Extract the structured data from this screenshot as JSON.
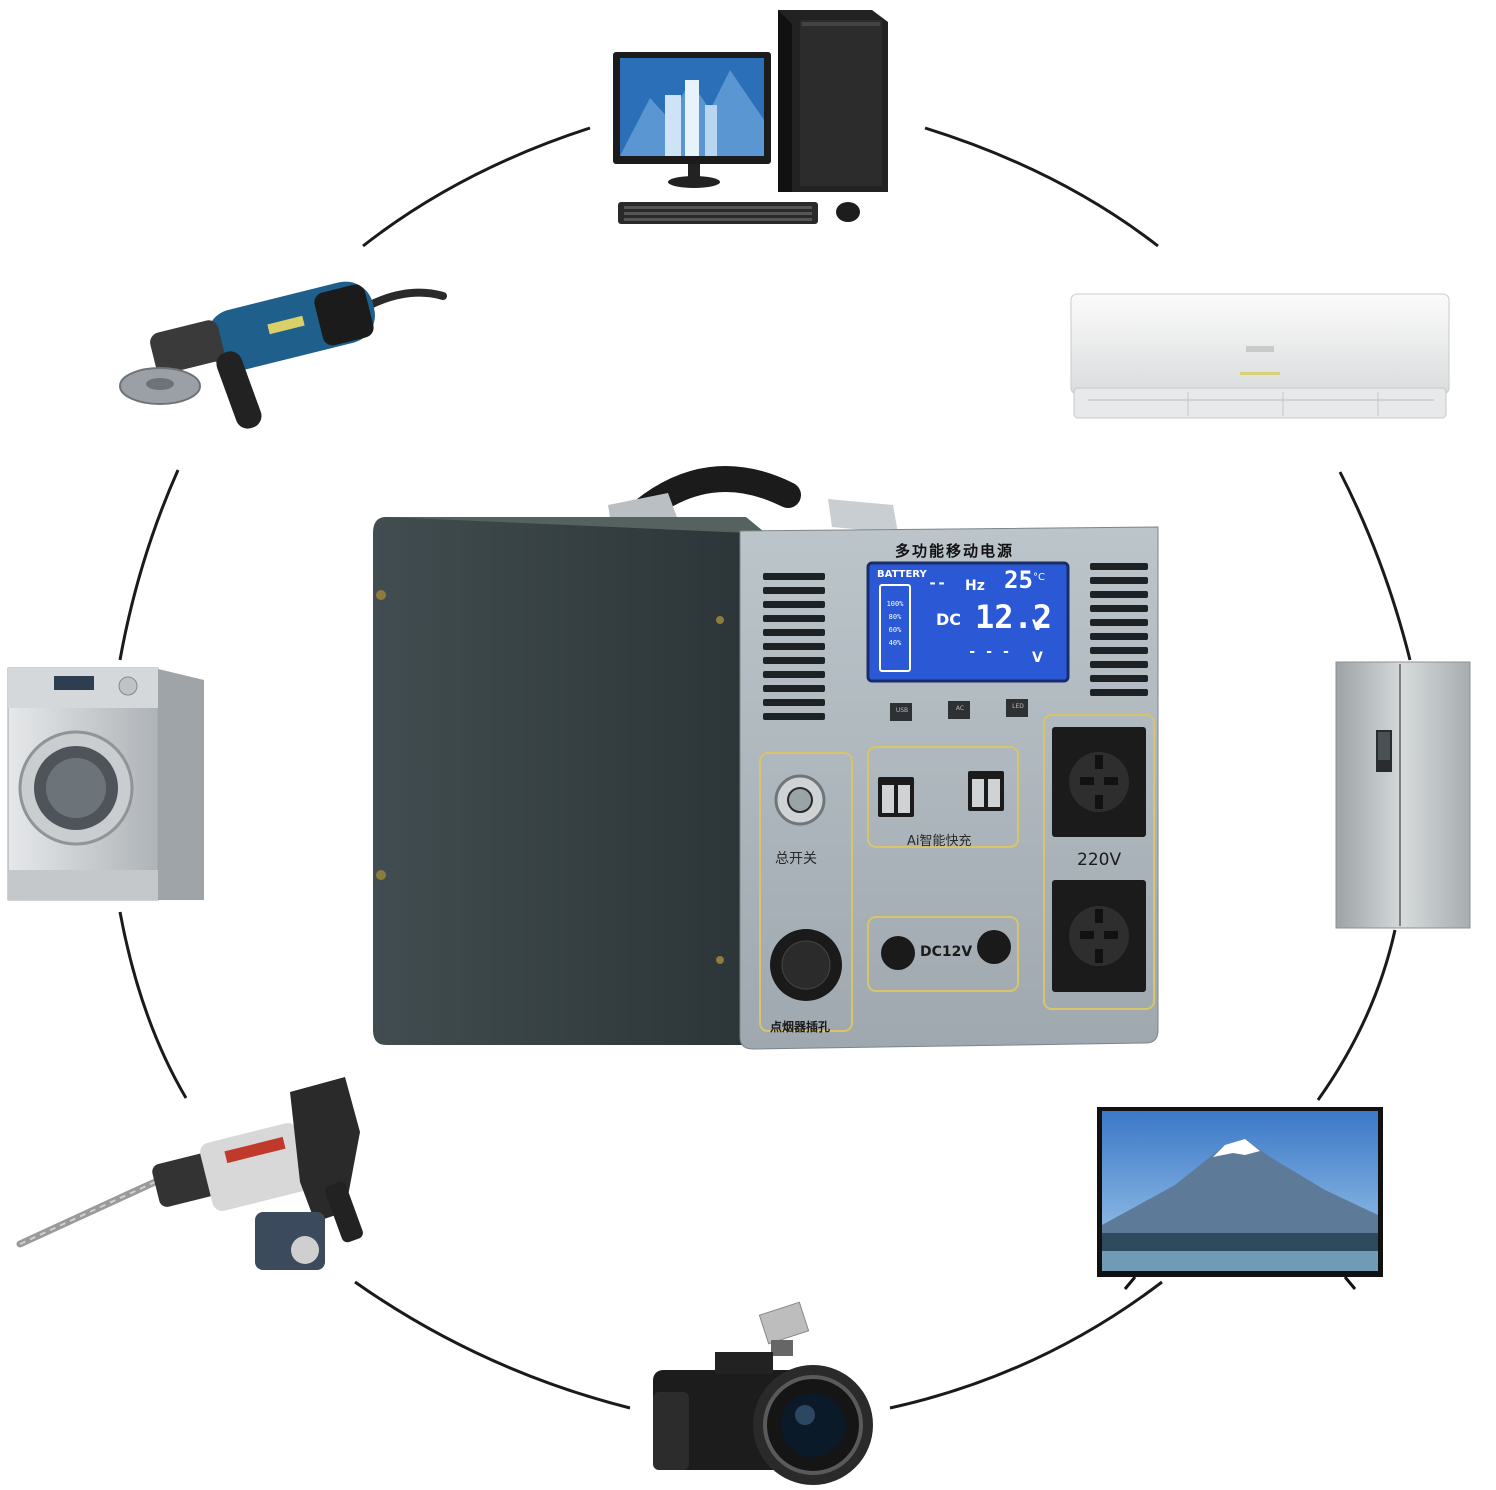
{
  "station": {
    "title": "多功能移动电源",
    "lcd": {
      "battery_label": "BATTERY",
      "levels": [
        "100%",
        "80%",
        "60%",
        "40%"
      ],
      "hz_value": "--",
      "hz_unit": "Hz",
      "temperature": "25",
      "temperature_unit": "°C",
      "dc_label": "DC",
      "dc_voltage": "12.2",
      "voltage_unit": "V",
      "ac_value": "- - -",
      "ac_unit": "V"
    },
    "buttons": [
      "USB",
      "AC",
      "LED"
    ],
    "power_switch_label": "总开关",
    "usb_label": "Ai智能快充",
    "ac_label": "220V",
    "dc_label": "DC12V",
    "cigarette_label": "点烟器插孔"
  },
  "colors": {
    "lcd_blue": "#2b59d6",
    "body_dark": "#3a4547",
    "panel_grey": "#aeb8be",
    "accent_yellow": "#d9c46a"
  },
  "devices": [
    "desktop-computer",
    "air-conditioner",
    "refrigerator",
    "television",
    "camera",
    "hammer-drill",
    "washing-machine",
    "angle-grinder"
  ]
}
